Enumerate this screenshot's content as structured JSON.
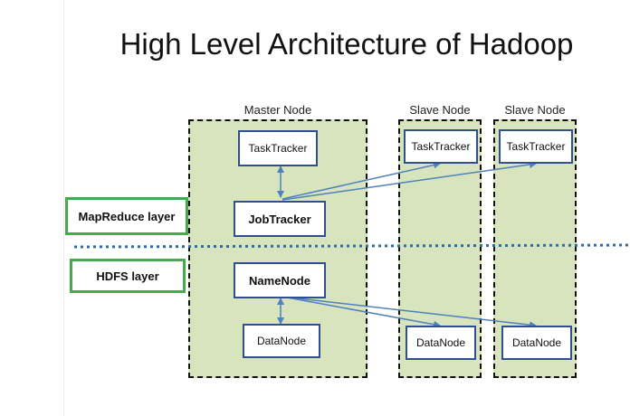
{
  "title": "High Level Architecture of Hadoop",
  "columns": {
    "master": "Master Node",
    "slave1": "Slave Node",
    "slave2": "Slave Node"
  },
  "components": {
    "master_tasktracker": "TaskTracker",
    "jobtracker": "JobTracker",
    "namenode": "NameNode",
    "master_datanode": "DataNode",
    "slave1_tasktracker": "TaskTracker",
    "slave1_datanode": "DataNode",
    "slave2_tasktracker": "TaskTracker",
    "slave2_datanode": "DataNode"
  },
  "layers": {
    "mapreduce": "MapReduce layer",
    "hdfs": "HDFS layer"
  },
  "colors": {
    "node_fill": "#d7e4bd",
    "box_border": "#2f4f8f",
    "layer_border": "#4aa84f",
    "arrow": "#4f81bd",
    "divider": "#2e6da4"
  }
}
